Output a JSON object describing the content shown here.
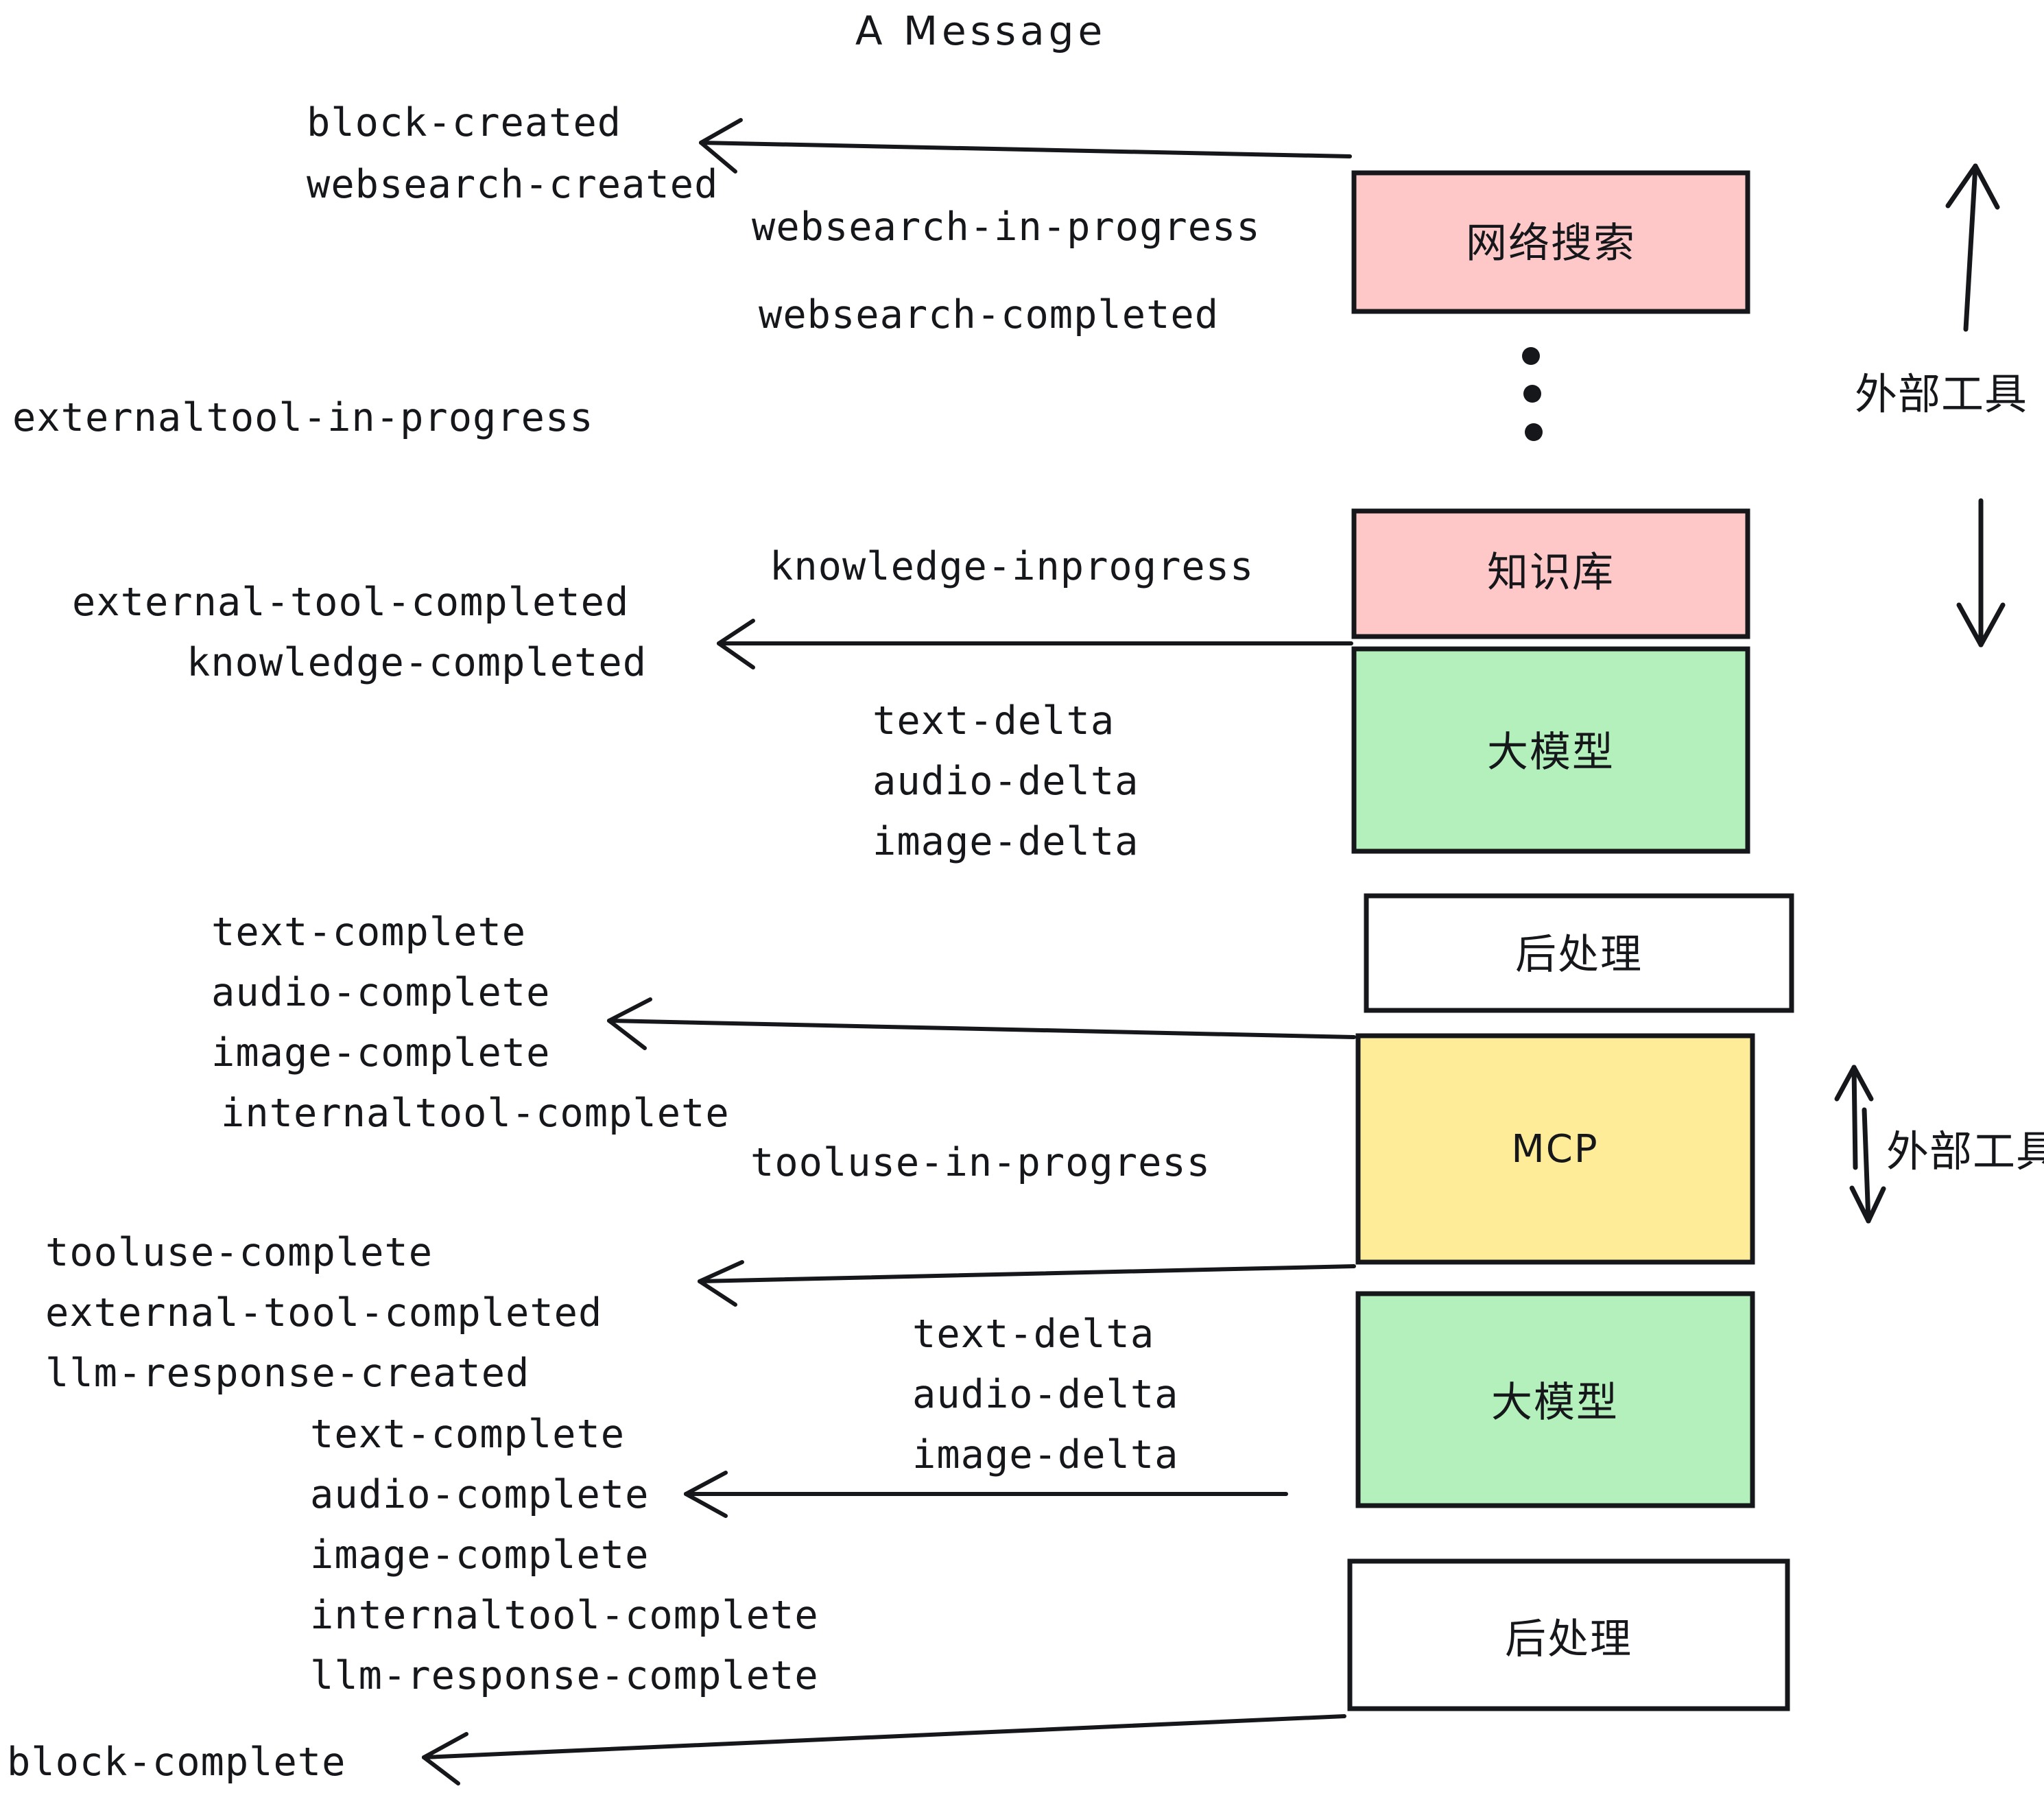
{
  "diagram": {
    "title": "A Message",
    "colors": {
      "background": "#ffffff",
      "stroke": "#15171a",
      "external_tool_fill": "#ffc8c8",
      "llm_fill": "#b3f0bb",
      "mcp_fill": "#ffec99",
      "postprocess_fill": "#ffffff"
    }
  },
  "nodes": [
    {
      "id": "websearch",
      "label": "网络搜索",
      "fill": "#ffc8c8",
      "kind": "external-tool"
    },
    {
      "id": "knowledge",
      "label": "知识库",
      "fill": "#ffc8c8",
      "kind": "external-tool"
    },
    {
      "id": "llm-1",
      "label": "大模型",
      "fill": "#b3f0bb",
      "kind": "llm"
    },
    {
      "id": "postprocess-1",
      "label": "后处理",
      "fill": "#ffffff",
      "kind": "postprocess"
    },
    {
      "id": "mcp",
      "label": "MCP",
      "fill": "#ffec99",
      "kind": "mcp"
    },
    {
      "id": "llm-2",
      "label": "大模型",
      "fill": "#b3f0bb",
      "kind": "llm"
    },
    {
      "id": "postprocess-2",
      "label": "后处理",
      "fill": "#ffffff",
      "kind": "postprocess"
    }
  ],
  "side_labels": [
    {
      "id": "external-tools-upper",
      "text": "外部工具"
    },
    {
      "id": "external-tools-lower",
      "text": "外部工具"
    }
  ],
  "events": [
    {
      "id": "e01",
      "text": "block-created"
    },
    {
      "id": "e02",
      "text": "websearch-created"
    },
    {
      "id": "e03",
      "text": "websearch-in-progress"
    },
    {
      "id": "e04",
      "text": "websearch-completed"
    },
    {
      "id": "e05",
      "text": "externaltool-in-progress"
    },
    {
      "id": "e06",
      "text": "knowledge-inprogress"
    },
    {
      "id": "e07",
      "text": "external-tool-completed"
    },
    {
      "id": "e08",
      "text": "knowledge-completed"
    },
    {
      "id": "e09",
      "text": "text-delta"
    },
    {
      "id": "e10",
      "text": "audio-delta"
    },
    {
      "id": "e11",
      "text": "image-delta"
    },
    {
      "id": "e12",
      "text": "text-complete"
    },
    {
      "id": "e13",
      "text": "audio-complete"
    },
    {
      "id": "e14",
      "text": "image-complete"
    },
    {
      "id": "e15",
      "text": "internaltool-complete"
    },
    {
      "id": "e16",
      "text": "tooluse-in-progress"
    },
    {
      "id": "e17",
      "text": "tooluse-complete"
    },
    {
      "id": "e18",
      "text": "external-tool-completed"
    },
    {
      "id": "e19",
      "text": "llm-response-created"
    },
    {
      "id": "e20",
      "text": "text-delta"
    },
    {
      "id": "e21",
      "text": "audio-delta"
    },
    {
      "id": "e22",
      "text": "image-delta"
    },
    {
      "id": "e23",
      "text": "text-complete"
    },
    {
      "id": "e24",
      "text": "audio-complete"
    },
    {
      "id": "e25",
      "text": "image-complete"
    },
    {
      "id": "e26",
      "text": "internaltool-complete"
    },
    {
      "id": "e27",
      "text": "llm-response-complete"
    },
    {
      "id": "e28",
      "text": "block-complete"
    }
  ]
}
